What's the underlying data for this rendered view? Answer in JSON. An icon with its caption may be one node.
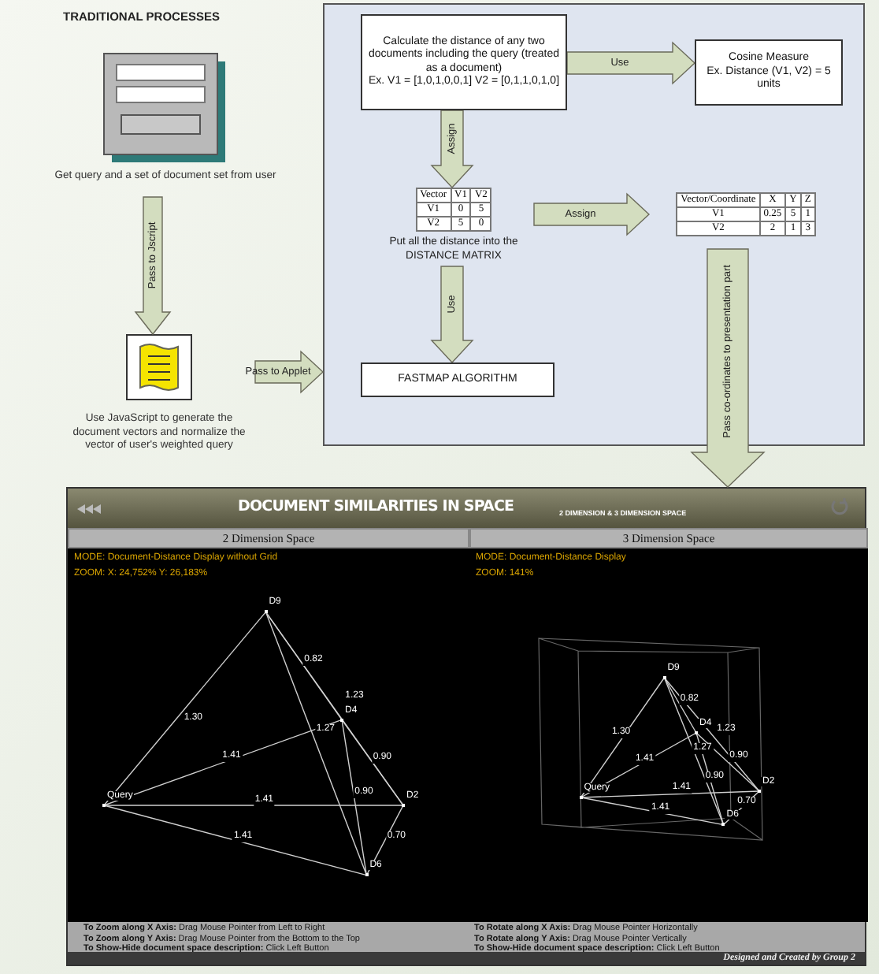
{
  "diagram": {
    "title": "TRADITIONAL PROCESSES",
    "nodes": [
      {
        "text": [],
        "shape": "box",
        "beside": [
          "Get query and a set of document set from user"
        ]
      },
      {
        "text": [],
        "shape": "box",
        "beside": [
          "Use JavaScript to generate the document vectors and normalize the vector of user's weighted query"
        ]
      },
      {
        "text": [],
        "shape": "box"
      },
      {
        "text": [
          "Calculate the distance of any two documents including the query (treated as a document)",
          "Ex. V1 = [1,0,1,0,0,1] V2 = [0,1,1,0,1,0]"
        ],
        "in": 2
      },
      {
        "text": [
          "Cosine Measure",
          "Ex. Distance (V1, V2) = 5 units"
        ],
        "in": 2
      },
      {
        "text": [
          "Vector",
          "V1",
          "V2",
          "V1",
          "0",
          "5",
          "V2",
          "5",
          "0",
          "Put all the distance into the DISTANCE MATRIX"
        ],
        "in": 2
      },
      {
        "text": [
          "Vector/Coordinate",
          "X",
          "Y",
          "Z",
          "V1",
          "0.25",
          "5",
          "1",
          "V2",
          "2",
          "1",
          "3"
        ],
        "in": 2
      },
      {
        "text": [
          "FASTMAP ALGORITHM"
        ],
        "in": 2
      },
      {
        "text": [
          "DOCUMENT SIMILARITIES IN SPACE",
          "2 DIMENSION & 3 DIMENSION SPACE"
        ]
      },
      {
        "text": [
          "2 Dimension Space",
          "MODE: Document-Distance Display without Grid",
          "ZOOM: X: 24,752% Y: 26,183%"
        ],
        "in": 8
      },
      {
        "text": [
          "D9"
        ],
        "in": 9
      },
      {
        "text": [
          "D4"
        ],
        "in": 9
      },
      {
        "text": [
          "Query"
        ],
        "in": 9
      },
      {
        "text": [
          "D2"
        ],
        "in": 9
      },
      {
        "text": [
          "D6"
        ],
        "in": 9
      },
      {
        "text": [
          "3 Dimension Space",
          "MODE: Document-Distance Display",
          "ZOOM: 141%"
        ],
        "in": 8
      },
      {
        "text": [
          "D9"
        ],
        "in": 15
      },
      {
        "text": [
          "D4"
        ],
        "in": 15
      },
      {
        "text": [
          "D2"
        ],
        "in": 15
      },
      {
        "text": [
          "Query"
        ],
        "in": 15
      },
      {
        "text": [
          "D6"
        ],
        "in": 15
      }
    ],
    "edges": [
      {
        "from": 0,
        "to": 1,
        "arrow": "to",
        "label": "Pass to Jscript"
      },
      {
        "from": 1,
        "to": 2,
        "arrow": "to",
        "label": "Pass to Applet"
      },
      {
        "from": 3,
        "to": 4,
        "arrow": "to",
        "label": "Use"
      },
      {
        "from": 3,
        "to": 5,
        "arrow": "to",
        "label": "Assign"
      },
      {
        "from": 5,
        "to": 6,
        "arrow": "to",
        "label": "Assign"
      },
      {
        "from": 5,
        "to": 7,
        "arrow": "to",
        "label": "Use"
      },
      {
        "from": 6,
        "to": 8,
        "arrow": "to",
        "label": "Pass co-ordinates to presentation part"
      },
      {
        "from": 12,
        "to": 10,
        "arrow": "none",
        "label": "1.30"
      },
      {
        "from": 10,
        "to": 11,
        "arrow": "none",
        "label": "0.82"
      },
      {
        "from": 10,
        "to": 13,
        "arrow": "none",
        "label": "1.23"
      },
      {
        "from": 10,
        "to": 14,
        "arrow": "none",
        "label": "1.27"
      },
      {
        "from": 12,
        "to": 11,
        "arrow": "none",
        "label": "1.41"
      },
      {
        "from": 11,
        "to": 13,
        "arrow": "none",
        "label": "0.90"
      },
      {
        "from": 11,
        "to": 14,
        "arrow": "none",
        "label": "0.90"
      },
      {
        "from": 12,
        "to": 13,
        "arrow": "none",
        "label": "1.41"
      },
      {
        "from": 12,
        "to": 14,
        "arrow": "none",
        "label": "1.41"
      },
      {
        "from": 13,
        "to": 14,
        "arrow": "none",
        "label": "0.70"
      },
      {
        "from": 19,
        "to": 16,
        "arrow": "none",
        "label": "1.30"
      },
      {
        "from": 16,
        "to": 17,
        "arrow": "none",
        "label": "0.82"
      },
      {
        "from": 16,
        "to": 18,
        "arrow": "none",
        "label": "1.23"
      },
      {
        "from": 16,
        "to": 20,
        "arrow": "none",
        "label": "1.27"
      },
      {
        "from": 19,
        "to": 17,
        "arrow": "none",
        "label": "1.41"
      },
      {
        "from": 17,
        "to": 18,
        "arrow": "none",
        "label": "0.90"
      },
      {
        "from": 17,
        "to": 20,
        "arrow": "none",
        "label": "0.90"
      },
      {
        "from": 19,
        "to": 18,
        "arrow": "none",
        "label": "1.41"
      },
      {
        "from": 19,
        "to": 20,
        "arrow": "none",
        "label": "1.41"
      },
      {
        "from": 18,
        "to": 20,
        "arrow": "none",
        "label": "0.70"
      }
    ],
    "labels": [
      "**To Zoom along X Axis:** Drag Mouse Pointer from Left to Right",
      "**To Zoom along Y Axis:** Drag Mouse Pointer from the Bottom to the Top",
      "**To Show-Hide document space description:** Click Left Button",
      "**To Rotate along X Axis:** Drag Mouse Pointer Horizontally",
      "**To Rotate along Y Axis:** Drag Mouse Pointer Vertically",
      "**To Show-Hide document space description:** Click Left Button",
      "Designed and Created by Group 2"
    ]
  }
}
